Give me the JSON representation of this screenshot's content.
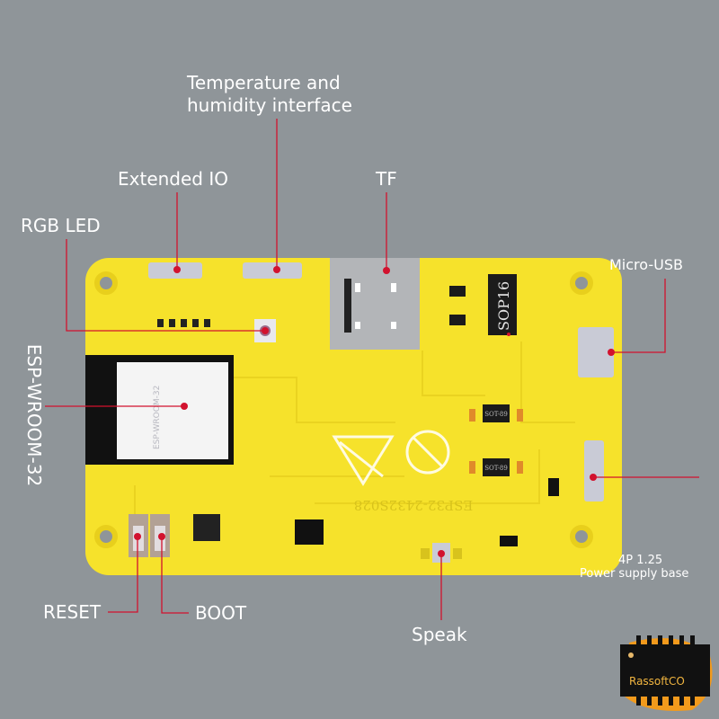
{
  "labels": {
    "temp_humidity_1": "Temperature and",
    "temp_humidity_2": "humidity interface",
    "extended_io": "Extended IO",
    "tf": "TF",
    "rgb_led": "RGB LED",
    "esp_module": "ESP-WROOM-32",
    "micro_usb": "Micro-USB",
    "power_1": "4P 1.25",
    "power_2": "Power supply base",
    "reset": "RESET",
    "boot": "BOOT",
    "speak": "Speak"
  },
  "board": {
    "model": "ESP32-2432S028",
    "module_text": "ESP-WROOM-32",
    "chip_text": "SOP16",
    "regulator_text": "SOT-89"
  },
  "logo": {
    "brand": "RassoftCO"
  },
  "colors": {
    "board": "#f6e22b",
    "leader": "#d2122e",
    "background": "#8f9599"
  }
}
